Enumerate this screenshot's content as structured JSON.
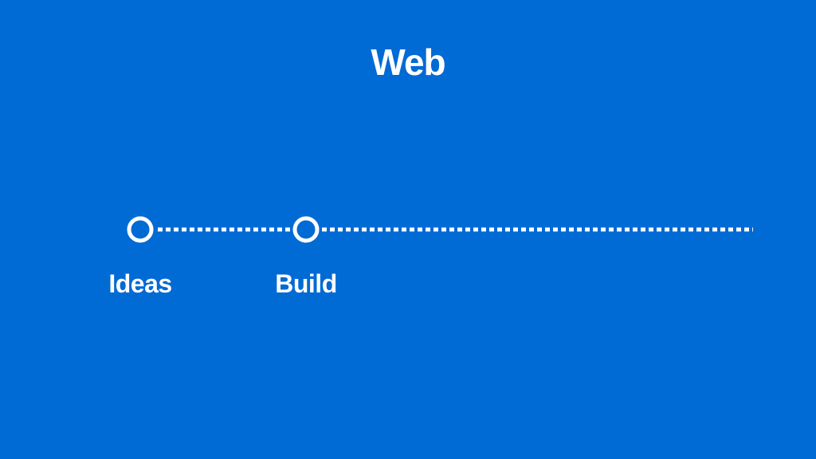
{
  "slide": {
    "title": "Web",
    "background_color": "#006AD5",
    "foreground_color": "#FFFFFF"
  },
  "timeline": {
    "milestones": [
      {
        "label": "Ideas"
      },
      {
        "label": "Build"
      }
    ]
  }
}
